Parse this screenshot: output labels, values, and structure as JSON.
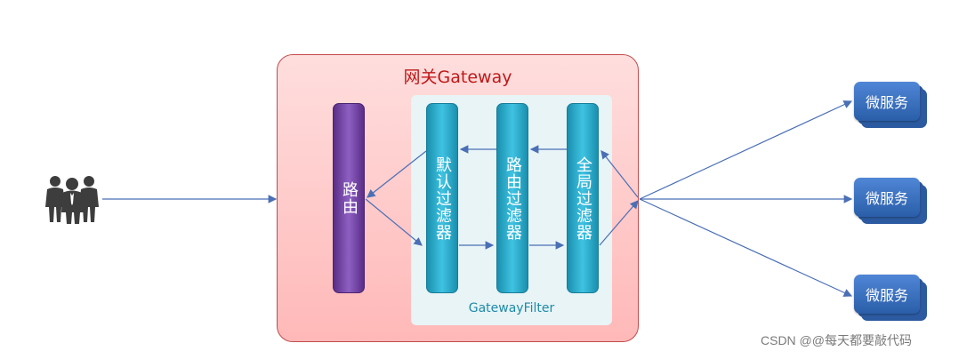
{
  "gateway": {
    "title": "网关Gateway",
    "filter_zone_label": "GatewayFilter",
    "route_label": "路由",
    "filters": [
      {
        "label": "默认过滤器"
      },
      {
        "label": "路由过滤器"
      },
      {
        "label": "全局过滤器"
      }
    ]
  },
  "services": [
    {
      "label": "微服务"
    },
    {
      "label": "微服务"
    },
    {
      "label": "微服务"
    }
  ],
  "icons": {
    "users": "users-group-icon"
  },
  "colors": {
    "gateway_border": "#c24b4b",
    "title": "#c01818",
    "route": "#7a4fb0",
    "filter": "#2aa8cc",
    "service": "#3a6fc0",
    "arrow": "#4a6fb5"
  },
  "watermark": "CSDN @@每天都要敲代码"
}
